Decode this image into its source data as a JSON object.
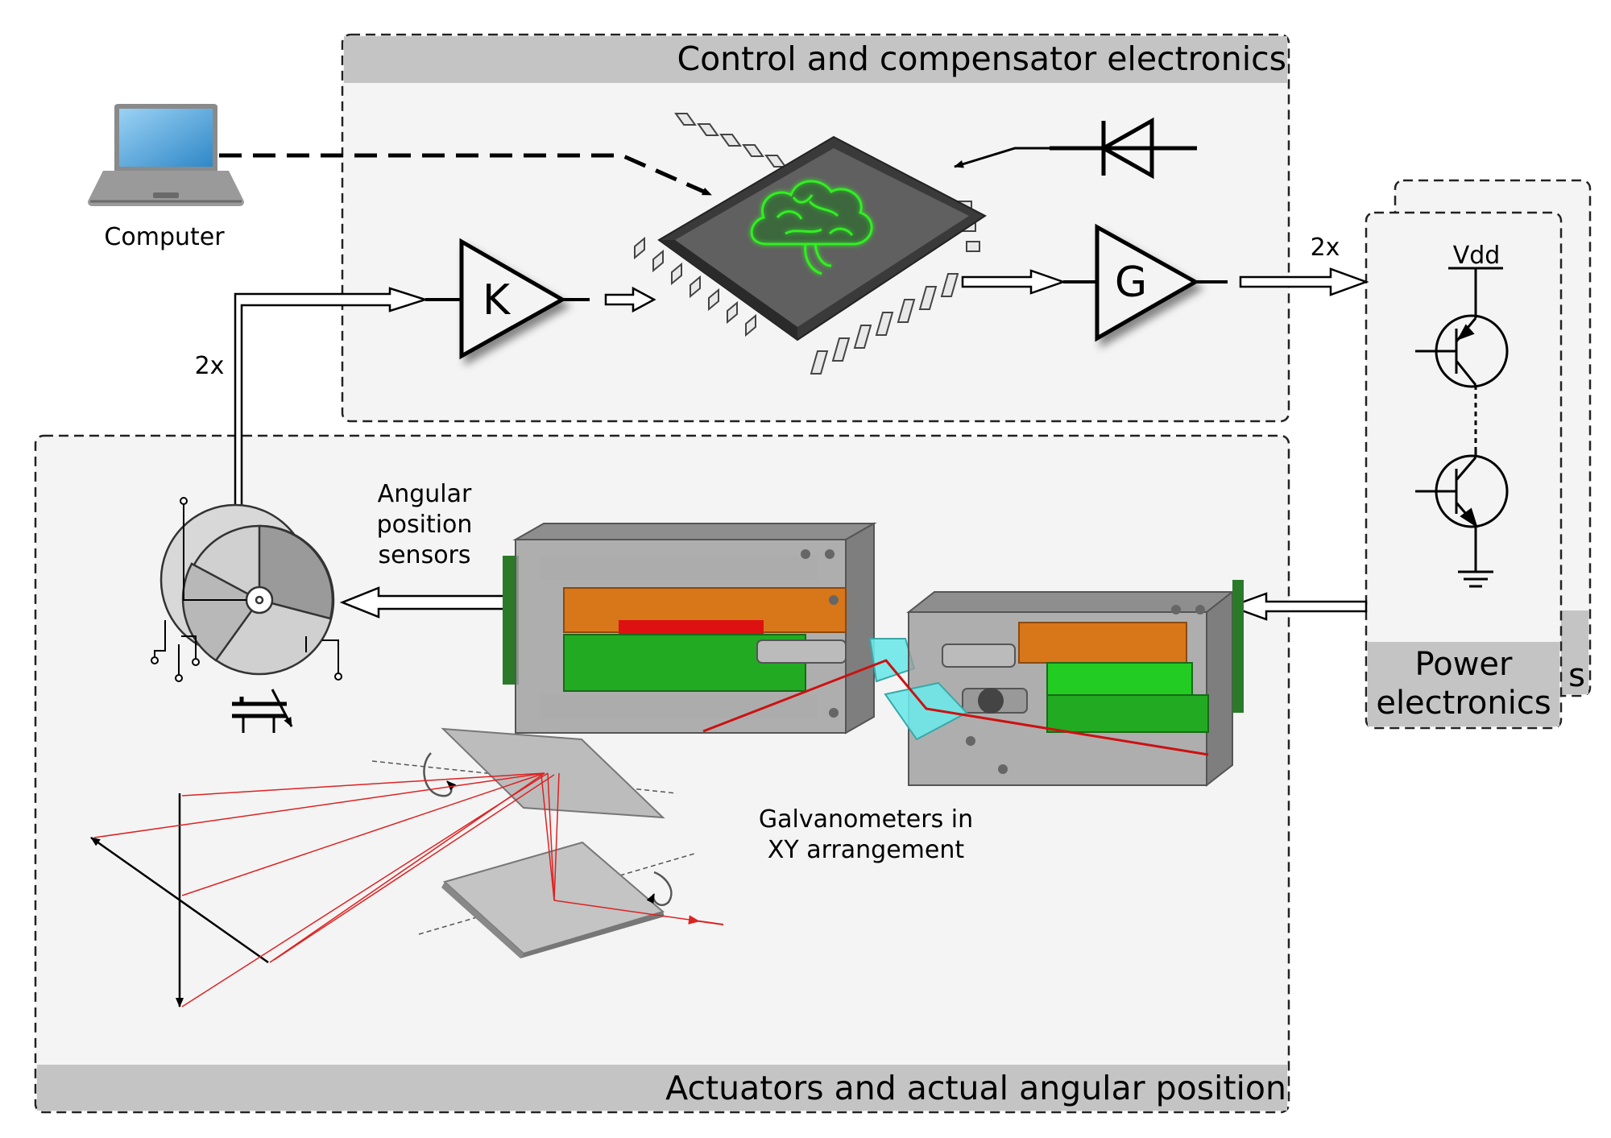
{
  "panels": {
    "control": {
      "title": "Control and compensator electronics"
    },
    "actuators": {
      "title": "Actuators and actual angular position"
    },
    "power": {
      "title_line1": "Power",
      "title_line2": "electronics",
      "back_fragment": "s"
    }
  },
  "labels": {
    "computer": "Computer",
    "multiplicity_left": "2x",
    "multiplicity_right": "2x",
    "sensors_line1": "Angular",
    "sensors_line2": "position",
    "sensors_line3": "sensors",
    "galvo_line1": "Galvanometers in",
    "galvo_line2": "XY arrangement",
    "vdd": "Vdd"
  },
  "blocks": {
    "amplifier_k": "K",
    "amplifier_g": "G"
  },
  "colors": {
    "panel_fill": "#f4f4f4",
    "header_fill": "#c4c4c4",
    "chip_body": "#555555",
    "brain_glow": "#33ee22",
    "laser": "#dd2222",
    "mirror_cyan": "#6ee8e8",
    "coil_orange": "#d8761a",
    "core_green": "#22aa22",
    "screen_blue": "#4aa3e0"
  },
  "icons": [
    "laptop-icon",
    "microcontroller-chip-icon",
    "brain-icon",
    "diode-icon",
    "transistor-icon",
    "ground-icon",
    "variable-capacitor-icon",
    "rotation-arrow-icon"
  ]
}
